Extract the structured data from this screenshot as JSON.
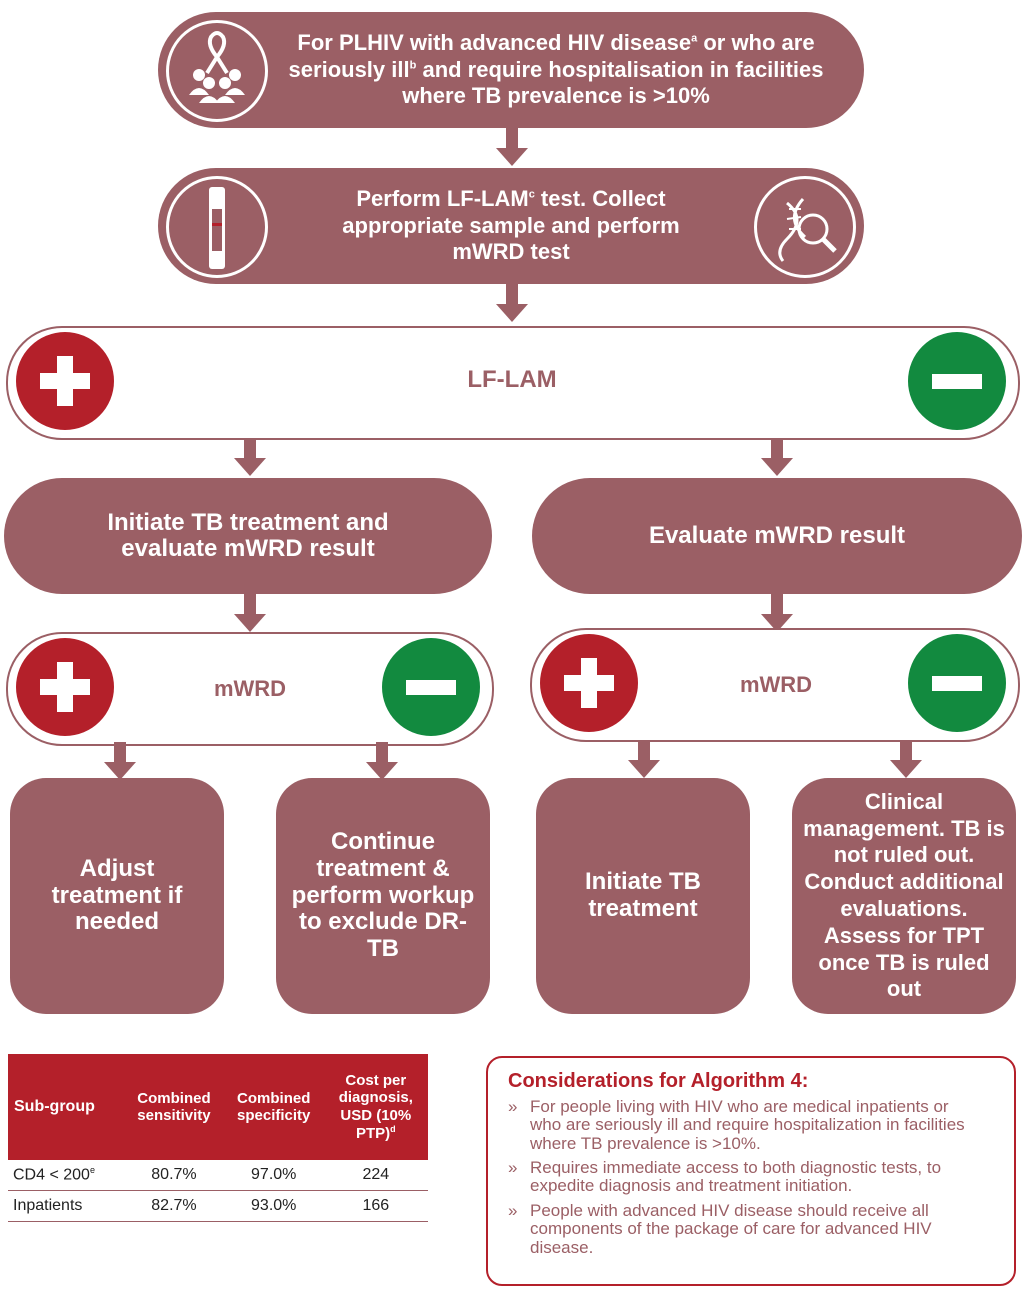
{
  "steps": {
    "top": {
      "text_a": "For PLHIV with advanced HIV disease",
      "sup_a": "a",
      "text_b": " or who are seriously ill",
      "sup_b": "b",
      "text_c": " and require hospitalisation in facilities where TB prevalence is >10%"
    },
    "test": {
      "text_a": "Perform LF-LAM",
      "sup_a": "c",
      "text_b": " test. Collect appropriate sample and perform mWRD test"
    },
    "lflam_label": "LF-LAM",
    "left_mid": "Initiate TB treatment and evaluate mWRD result",
    "right_mid": "Evaluate mWRD result",
    "mwrd_left_label": "mWRD",
    "mwrd_right_label": "mWRD",
    "box1": "Adjust treatment if needed",
    "box2": "Continue treatment & perform workup to exclude DR-TB",
    "box3": "Initiate TB treatment",
    "box4": "Clinical management. TB is not ruled out. Conduct additional evaluations. Assess for TPT once TB is ruled out"
  },
  "icons": [
    "ribbon-people-icon",
    "test-strip-icon",
    "dna-magnifier-icon",
    "plus-icon",
    "minus-icon"
  ],
  "colors": {
    "main": "#9b5f65",
    "positive": "#b4202a",
    "negative": "#128a3f"
  },
  "table": {
    "headers": [
      "Sub-group",
      "Combined sensitivity",
      "Combined specificity",
      "Cost per diagnosis, USD (10% PTP)"
    ],
    "header_cost_sup": "d",
    "rows": [
      {
        "group": "CD4 < 200",
        "sup": "e",
        "sens": "80.7%",
        "spec": "97.0%",
        "cost": "224"
      },
      {
        "group": "Inpatients",
        "sup": "",
        "sens": "82.7%",
        "spec": "93.0%",
        "cost": "166"
      }
    ]
  },
  "considerations": {
    "title": "Considerations for Algorithm 4:",
    "bullet": "»",
    "items": [
      "For people living with HIV who are medical inpatients or who are seriously ill and require hospitalization in facilities where TB prevalence is >10%.",
      "Requires immediate access to both diagnostic tests, to expedite diagnosis and treatment initiation.",
      "People with advanced HIV disease should receive all components of the package of care for advanced HIV disease."
    ]
  }
}
